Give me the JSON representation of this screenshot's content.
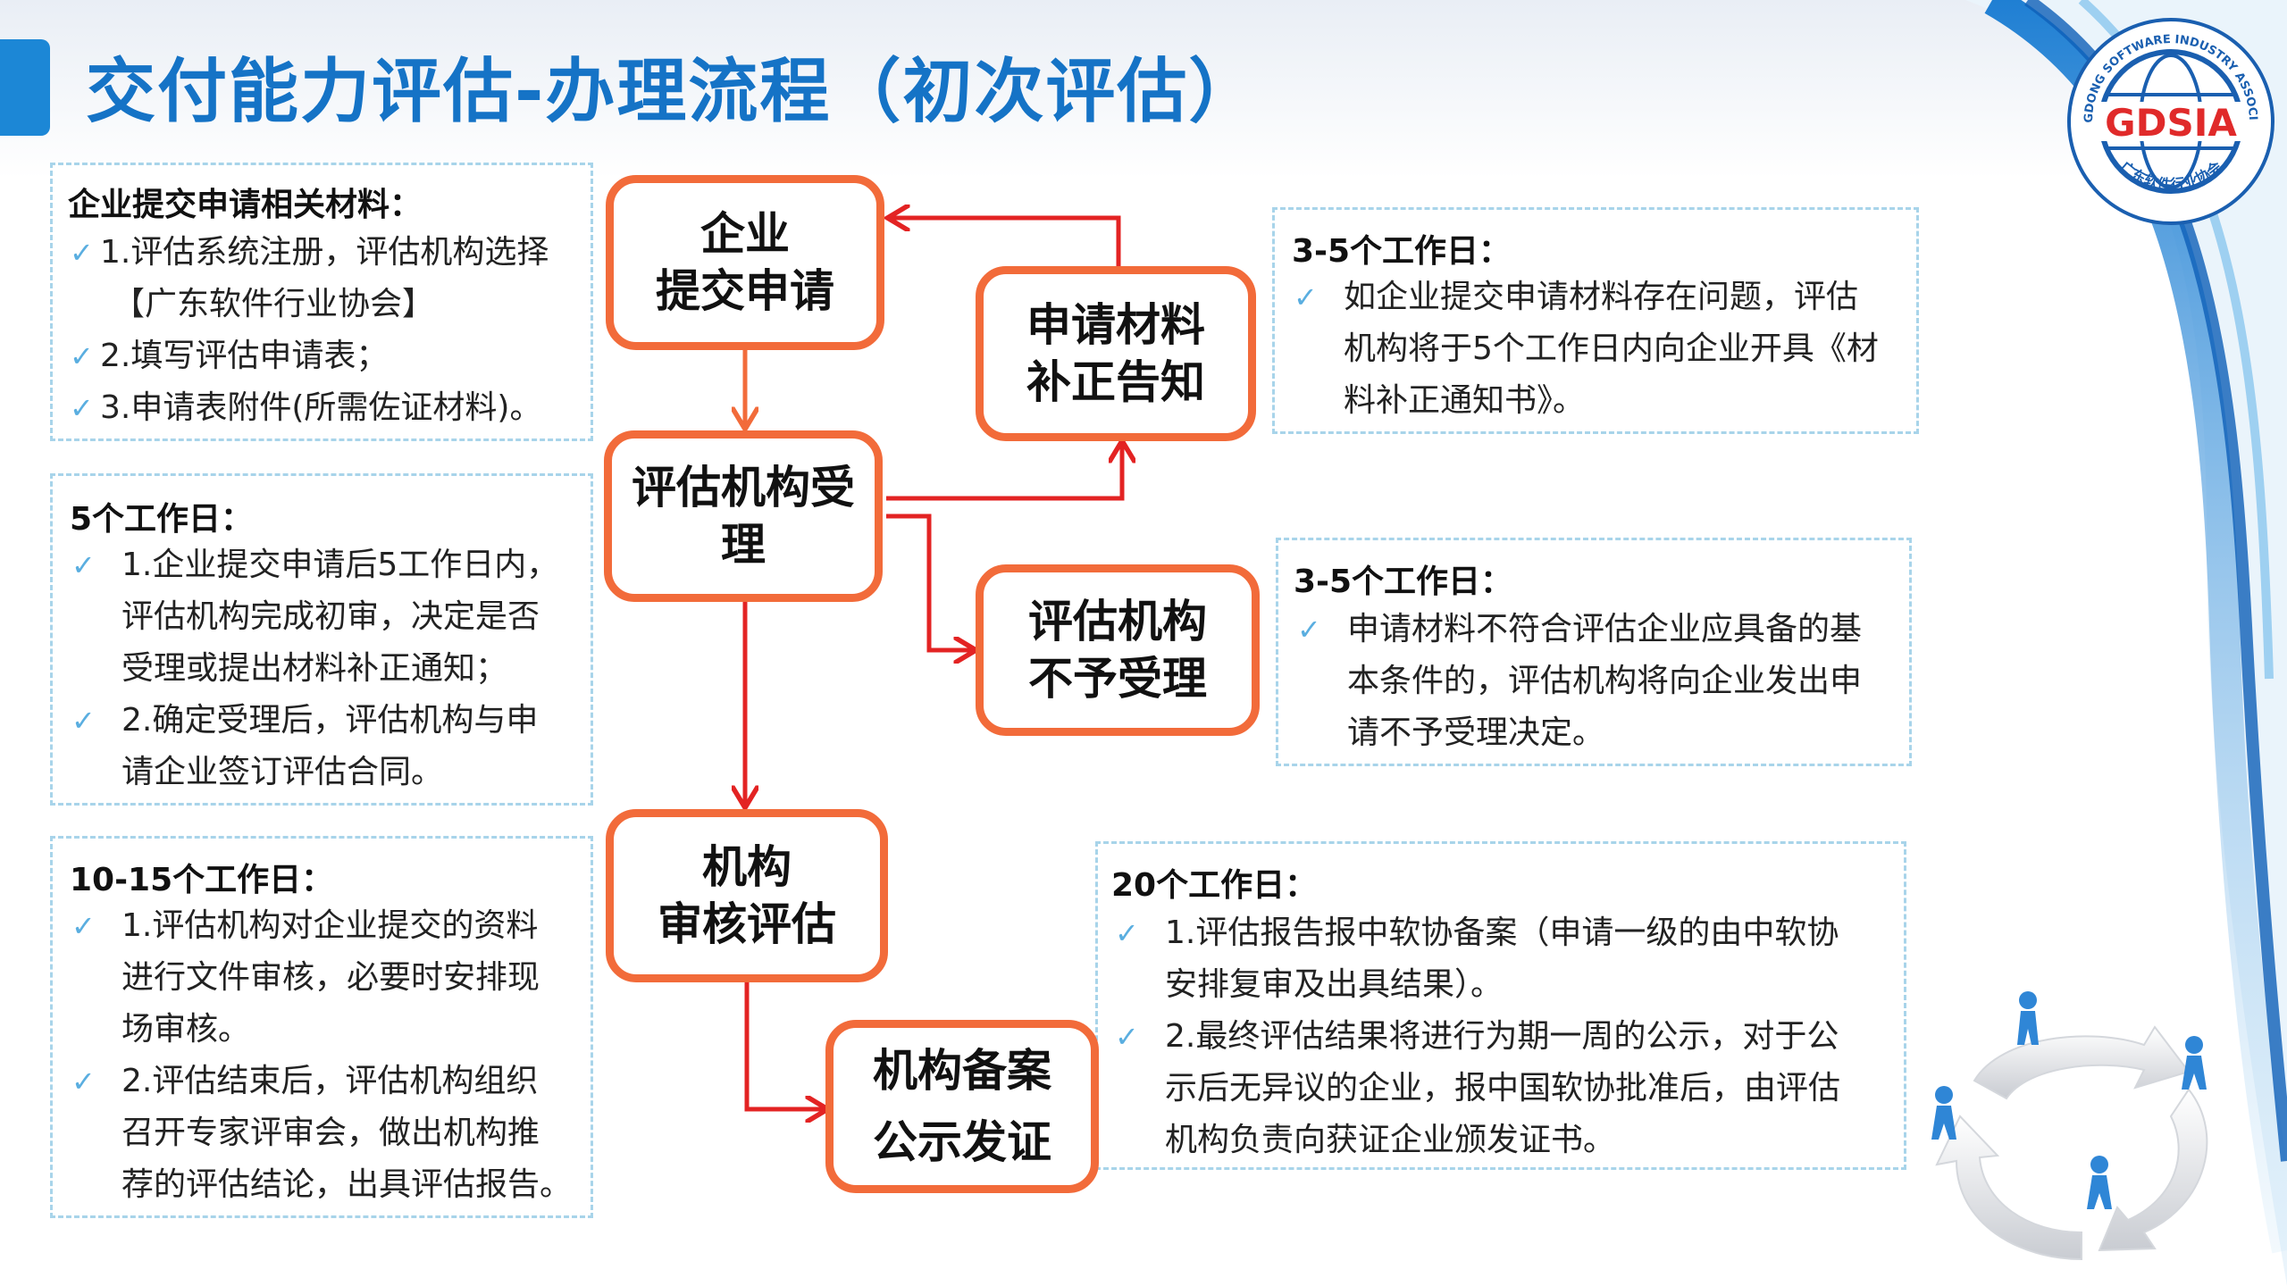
{
  "title": "交付能力评估-办理流程（初次评估）",
  "logo": {
    "arc_text": "GUANGDONG SOFTWARE INDUSTRY ASSOCIATION",
    "center_text": "GDSIA",
    "bottom_text": "广东软件行业协会"
  },
  "colors": {
    "title": "#1573c6",
    "box_border": "#f26b3a",
    "arrow_red": "#e32323",
    "arrow_orange": "#f26b3a",
    "panel_border": "#a8d4ea",
    "check": "#5aaee0"
  },
  "flow_boxes": {
    "submit": [
      "企业",
      "提交申请"
    ],
    "supplement": [
      "申请材料",
      "补正告知"
    ],
    "accept": [
      "评估机构受",
      "理"
    ],
    "reject": [
      "评估机构",
      "不予受理"
    ],
    "review": [
      "机构",
      "审核评估"
    ],
    "publish": [
      "机构备案",
      "公示发证"
    ]
  },
  "panels": {
    "materials": {
      "title": "企业提交申请相关材料：",
      "lines": [
        "1.评估系统注册，评估机构选择",
        "【广东软件行业协会】",
        "2.填写评估申请表；",
        "3.申请表附件(所需佐证材料)。"
      ]
    },
    "five_days": {
      "title": "5个工作日：",
      "lines": [
        "1.企业提交申请后5工作日内，",
        "评估机构完成初审，决定是否",
        "受理或提出材料补正通知；",
        "2.确定受理后，评估机构与申",
        "请企业签订评估合同。"
      ]
    },
    "ten_fifteen_days": {
      "title": "10-15个工作日：",
      "lines": [
        "1.评估机构对企业提交的资料",
        "进行文件审核，必要时安排现",
        "场审核。",
        "2.评估结束后，评估机构组织",
        "召开专家评审会，做出机构推",
        "荐的评估结论，出具评估报告。"
      ]
    },
    "supplement_days": {
      "title": "3-5个工作日：",
      "lines": [
        "如企业提交申请材料存在问题，评估",
        "机构将于5个工作日内向企业开具《材",
        "料补正通知书》。"
      ]
    },
    "reject_days": {
      "title": "3-5个工作日：",
      "lines": [
        "申请材料不符合评估企业应具备的基",
        "本条件的，评估机构将向企业发出申",
        "请不予受理决定。"
      ]
    },
    "twenty_days": {
      "title": "20个工作日：",
      "lines": [
        "1.评估报告报中软协备案（申请一级的由中软协",
        "安排复审及出具结果）。",
        "2.最终评估结果将进行为期一周的公示，对于公",
        "示后无异议的企业，报中国软协批准后，由评估",
        "机构负责向获证企业颁发证书。"
      ]
    }
  },
  "icons": {
    "check": "✓"
  }
}
